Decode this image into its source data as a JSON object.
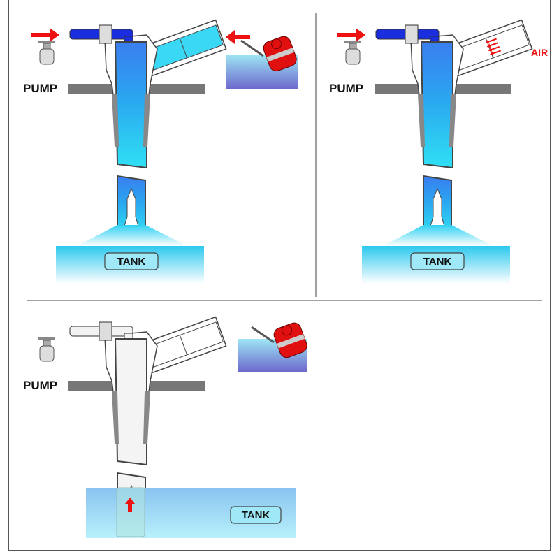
{
  "panels": [
    {
      "id": "pumping",
      "pump_label": "PUMP",
      "tank_label": "TANK",
      "state": "fuel-flowing"
    },
    {
      "id": "venting",
      "pump_label": "PUMP",
      "tank_label": "TANK",
      "air_label": "AIR",
      "state": "air-venting"
    },
    {
      "id": "idle",
      "pump_label": "PUMP",
      "tank_label": "TANK",
      "state": "idle"
    }
  ],
  "colors": {
    "arrow": "#ee1111",
    "fuel_dark": "#1a2ee0",
    "fuel_mid": "#3a8ef0",
    "fuel_light": "#2fd6f2",
    "plate": "#777777",
    "float": "#e01010",
    "tank_top": "#33ccee",
    "air": "#ee1111"
  }
}
